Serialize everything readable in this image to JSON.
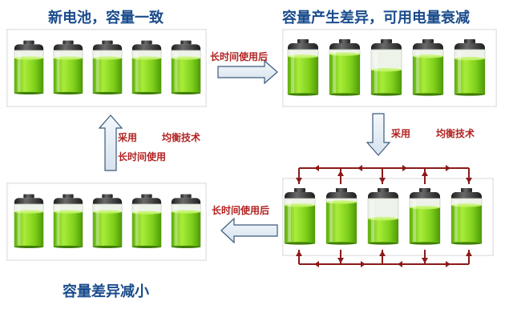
{
  "titles": {
    "top_left": "新电池，容量一致",
    "top_right": "容量产生差异，可用电量衰减",
    "bottom_left": "容量差异减小"
  },
  "arrows": {
    "top_horizontal": "长时间使用后",
    "bottom_horizontal": "长时间使用后",
    "left_vertical_line1": "采用",
    "left_vertical_line1b": "均衡技术",
    "left_vertical_line2": "长时间使用",
    "right_vertical_line1": "采用",
    "right_vertical_line1b": "均衡技术"
  },
  "battery_levels": {
    "top_left": [
      0.82,
      0.82,
      0.82,
      0.82,
      0.82
    ],
    "top_right": [
      0.85,
      0.9,
      0.55,
      0.85,
      0.8
    ],
    "bottom_right": [
      0.85,
      0.92,
      0.55,
      0.8,
      0.85
    ],
    "bottom_left": [
      0.82,
      0.82,
      0.82,
      0.8,
      0.82
    ]
  },
  "colors": {
    "title": "#1a4c8c",
    "arrow_label": "#b22222",
    "battery_green": "#7fd11b",
    "balancing_line": "#8b1a1a"
  }
}
